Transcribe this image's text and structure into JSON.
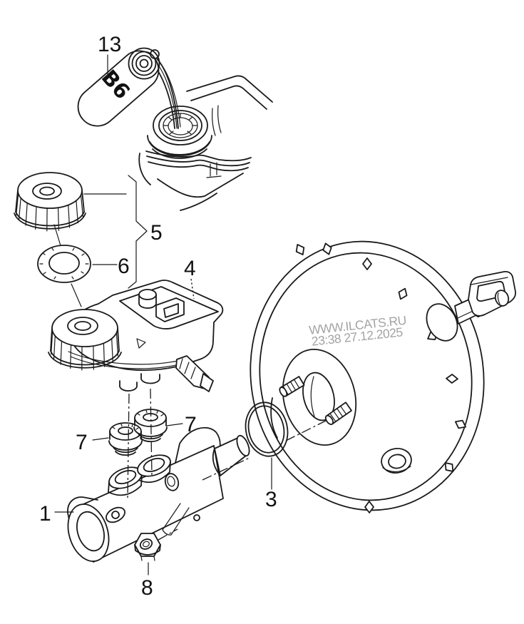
{
  "diagram": {
    "tag": {
      "text": "B6"
    },
    "labels": {
      "part13": "13",
      "part5": "5",
      "part6": "6",
      "part4": "4",
      "part7_left": "7",
      "part7_right": "7",
      "part1": "1",
      "part8": "8",
      "part3": "3"
    },
    "watermark": {
      "site": "WWW.ILCATS.RU",
      "timestamp": "23:38 27.12.2025",
      "color": "#9c9c9c"
    },
    "colors": {
      "line": "#1a1a1a",
      "background": "#ffffff"
    }
  }
}
